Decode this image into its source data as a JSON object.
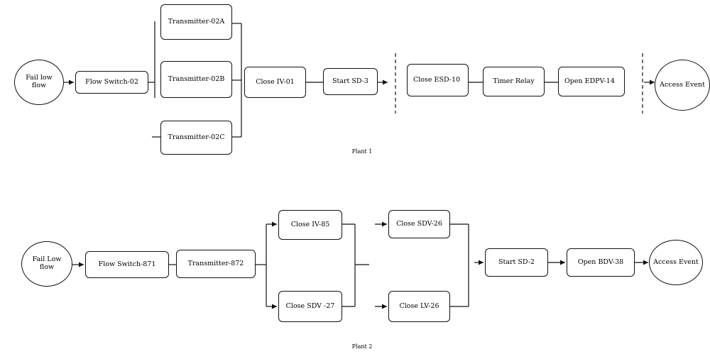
{
  "plant1": {
    "caption": "Plant 1",
    "nodes": {
      "fail": "Fail low flow",
      "flow_switch": "Flow Switch-02",
      "tx_a": "Transmitter-02A",
      "tx_b": "Transmitter-02B",
      "tx_c": "Transmitter-02C",
      "close_iv": "Close IV-01",
      "start_sd": "Start SD-3",
      "close_esd": "Close ESD-10",
      "timer_relay": "Timer Relay",
      "open_edpv": "Open EDPV-14",
      "access": "Access Event"
    }
  },
  "plant2": {
    "caption": "Plant 2",
    "nodes": {
      "fail": "Fail Low flow",
      "flow_switch": "Flow Switch-871",
      "transmitter": "Transmitter-872",
      "close_iv": "Close IV-85",
      "close_sdv27": "Close SDV -27",
      "close_sdv26": "Close SDV-26",
      "close_lv": "Close LV-26",
      "start_sd": "Start SD-2",
      "open_bdv": "Open BDV-38",
      "access": "Access Event"
    }
  },
  "colors": {
    "line": "#111111",
    "background": "#ffffff"
  }
}
